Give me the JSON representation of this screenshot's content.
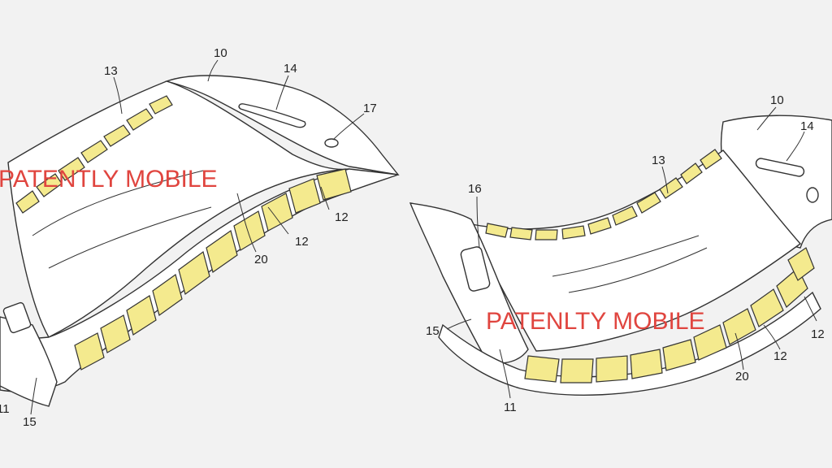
{
  "colors": {
    "background": "#f2f2f2",
    "line": "#333333",
    "hinge": "#f4ea8e",
    "watermark": "#e0453f"
  },
  "figure_left": {
    "labels": {
      "l10": "10",
      "l13": "13",
      "l14": "14",
      "l17": "17",
      "l12a": "12",
      "l12b": "12",
      "l20": "20",
      "l11": "11",
      "l15": "15"
    },
    "watermark": "PATENTLY MOBILE"
  },
  "figure_right": {
    "labels": {
      "l10": "10",
      "l14": "14",
      "l13": "13",
      "l16": "16",
      "l15": "15",
      "l11": "11",
      "l20": "20",
      "l12a": "12",
      "l12b": "12"
    },
    "watermark": "PATENLTY MOBILE"
  }
}
